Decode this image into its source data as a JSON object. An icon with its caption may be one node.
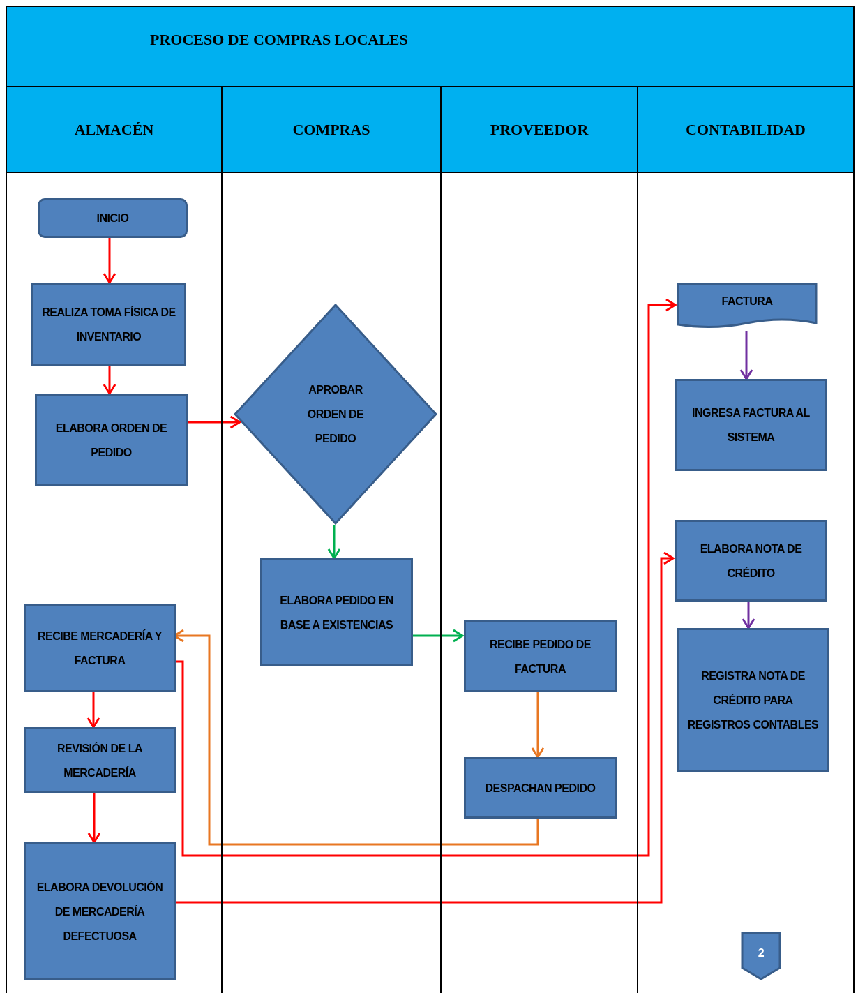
{
  "diagram": {
    "title": "PROCESO DE COMPRAS LOCALES",
    "nodes": [
      {
        "text": [
          "ALMACÉN"
        ]
      },
      {
        "text": [
          "COMPRAS"
        ]
      },
      {
        "text": [
          "PROVEEDOR"
        ]
      },
      {
        "text": [
          "CONTABILIDAD"
        ]
      },
      {
        "text": [
          "INICIO"
        ],
        "in": 0
      },
      {
        "text": [
          "REALIZA TOMA FÍSICA DE INVENTARIO"
        ],
        "in": 0
      },
      {
        "text": [
          "ELABORA ORDEN DE PEDIDO"
        ],
        "in": 0
      },
      {
        "text": [
          "APROBAR ORDEN DE PEDIDO"
        ],
        "in": 1
      },
      {
        "text": [
          "ELABORA PEDIDO EN BASE A EXISTENCIAS"
        ],
        "in": 1
      },
      {
        "text": [
          "RECIBE PEDIDO DE FACTURA"
        ],
        "in": 2
      },
      {
        "text": [
          "DESPACHAN PEDIDO"
        ],
        "in": 2
      },
      {
        "text": [
          "RECIBE MERCADERÍA Y FACTURA"
        ],
        "in": 0
      },
      {
        "text": [
          "REVISIÓN DE LA MERCADERÍA"
        ],
        "in": 0
      },
      {
        "text": [
          "ELABORA DEVOLUCIÓN DE MERCADERÍA DEFECTUOSA"
        ],
        "in": 0
      },
      {
        "text": [
          "FACTURA"
        ],
        "in": 3
      },
      {
        "text": [
          "INGRESA FACTURA AL SISTEMA"
        ],
        "in": 3
      },
      {
        "text": [
          "ELABORA NOTA DE CRÉDITO"
        ],
        "in": 3
      },
      {
        "text": [
          "REGISTRA NOTA DE CRÉDITO PARA REGISTROS CONTABLES"
        ],
        "in": 3
      },
      {
        "text": [
          "2"
        ],
        "in": 3
      }
    ],
    "edges": [
      {
        "from": 4,
        "to": 5,
        "arrow": "to"
      },
      {
        "from": 5,
        "to": 6,
        "arrow": "to"
      },
      {
        "from": 6,
        "to": 7,
        "arrow": "to"
      },
      {
        "from": 7,
        "to": 8,
        "arrow": "to",
        "color": "#00b050"
      },
      {
        "from": 8,
        "to": 9,
        "arrow": "to",
        "color": "#00b050"
      },
      {
        "from": 9,
        "to": 10,
        "arrow": "to",
        "color": "#e87722"
      },
      {
        "from": 10,
        "to": 11,
        "arrow": "to",
        "color": "#e87722"
      },
      {
        "from": 11,
        "to": 12,
        "arrow": "to"
      },
      {
        "from": 12,
        "to": 13,
        "arrow": "to"
      },
      {
        "from": 11,
        "to": 14,
        "arrow": "to"
      },
      {
        "from": 13,
        "to": 16,
        "arrow": "to"
      },
      {
        "from": 14,
        "to": 15,
        "arrow": "to",
        "color": "#7030a0"
      },
      {
        "from": 16,
        "to": 17,
        "arrow": "to",
        "color": "#7030a0"
      }
    ]
  }
}
